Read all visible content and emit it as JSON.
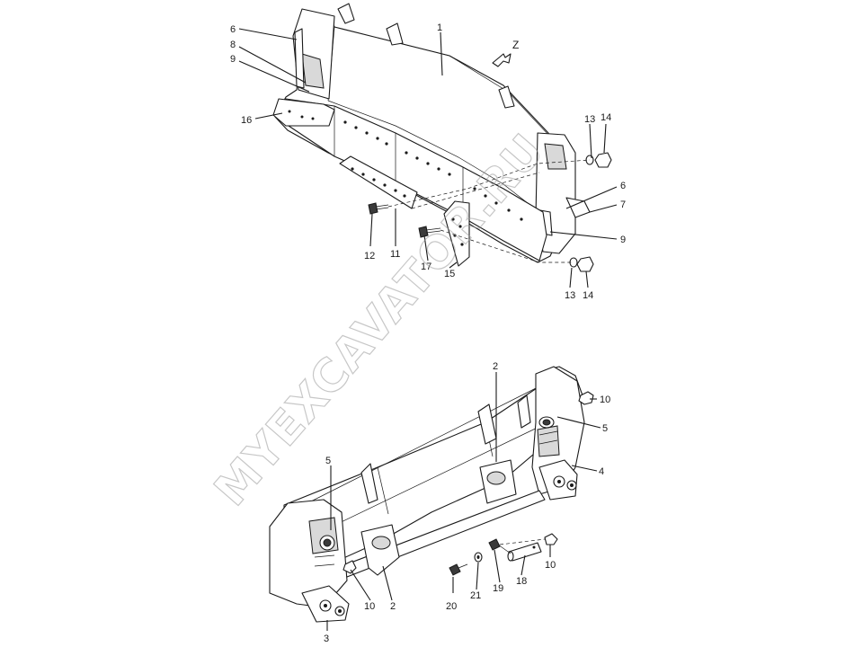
{
  "watermark": {
    "text": "MYEXCAVATOR.RU"
  },
  "view_marker": {
    "text": "Z"
  },
  "callouts_top": {
    "c1": "1",
    "c6a": "6",
    "c8": "8",
    "c9a": "9",
    "c16": "16",
    "c13a": "13",
    "c14a": "14",
    "c6b": "6",
    "c7": "7",
    "c9b": "9",
    "c12": "12",
    "c11": "11",
    "c17": "17",
    "c15": "15",
    "c13b": "13",
    "c14b": "14"
  },
  "callouts_bottom": {
    "c2a": "2",
    "c10a": "10",
    "c5a": "5",
    "c4": "4",
    "c5b": "5",
    "c10b": "10",
    "c18": "18",
    "c19": "19",
    "c21": "21",
    "c20": "20",
    "c2b": "2",
    "c10c": "10",
    "c3": "3"
  }
}
